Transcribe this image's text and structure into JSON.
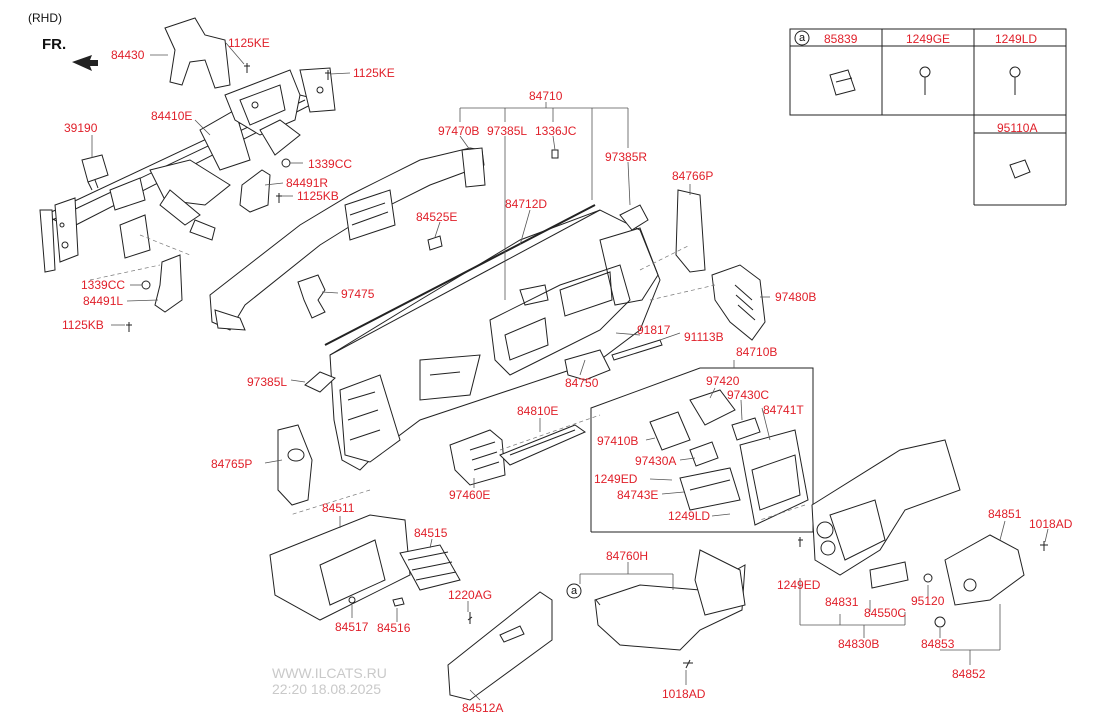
{
  "header": {
    "variant": "(RHD)",
    "front_marker": "FR."
  },
  "parts": [
    {
      "id": "p84430",
      "code": "84430"
    },
    {
      "id": "p1125KE_a",
      "code": "1125KE"
    },
    {
      "id": "p1125KE_b",
      "code": "1125KE"
    },
    {
      "id": "p84410E",
      "code": "84410E"
    },
    {
      "id": "p39190",
      "code": "39190"
    },
    {
      "id": "p1339CC_a",
      "code": "1339CC"
    },
    {
      "id": "p84491R",
      "code": "84491R"
    },
    {
      "id": "p1125KB_a",
      "code": "1125KB"
    },
    {
      "id": "p1339CC_b",
      "code": "1339CC"
    },
    {
      "id": "p84491L",
      "code": "84491L"
    },
    {
      "id": "p1125KB_b",
      "code": "1125KB"
    },
    {
      "id": "p84710",
      "code": "84710"
    },
    {
      "id": "p97470B",
      "code": "97470B"
    },
    {
      "id": "p97385L_a",
      "code": "97385L"
    },
    {
      "id": "p1336JC",
      "code": "1336JC"
    },
    {
      "id": "p97385R",
      "code": "97385R"
    },
    {
      "id": "p84766P",
      "code": "84766P"
    },
    {
      "id": "p84525E",
      "code": "84525E"
    },
    {
      "id": "p84712D",
      "code": "84712D"
    },
    {
      "id": "p97480B",
      "code": "97480B"
    },
    {
      "id": "p97475",
      "code": "97475"
    },
    {
      "id": "p91817",
      "code": "91817"
    },
    {
      "id": "p91113B",
      "code": "91113B"
    },
    {
      "id": "p84750",
      "code": "84750"
    },
    {
      "id": "p84710B",
      "code": "84710B"
    },
    {
      "id": "p97385L_b",
      "code": "97385L"
    },
    {
      "id": "p97420",
      "code": "97420"
    },
    {
      "id": "p97430C",
      "code": "97430C"
    },
    {
      "id": "p84741T",
      "code": "84741T"
    },
    {
      "id": "p84810E",
      "code": "84810E"
    },
    {
      "id": "p97410B",
      "code": "97410B"
    },
    {
      "id": "p97430A",
      "code": "97430A"
    },
    {
      "id": "p84765P",
      "code": "84765P"
    },
    {
      "id": "p1249ED_a",
      "code": "1249ED"
    },
    {
      "id": "p84743E",
      "code": "84743E"
    },
    {
      "id": "p97460E",
      "code": "97460E"
    },
    {
      "id": "p1249LD_a",
      "code": "1249LD"
    },
    {
      "id": "p84511",
      "code": "84511"
    },
    {
      "id": "p84515",
      "code": "84515"
    },
    {
      "id": "p84760H",
      "code": "84760H"
    },
    {
      "id": "p84851",
      "code": "84851"
    },
    {
      "id": "p1018AD_a",
      "code": "1018AD"
    },
    {
      "id": "p1249ED_b",
      "code": "1249ED"
    },
    {
      "id": "p1220AG",
      "code": "1220AG"
    },
    {
      "id": "p84831",
      "code": "84831"
    },
    {
      "id": "p84550C",
      "code": "84550C"
    },
    {
      "id": "p95120",
      "code": "95120"
    },
    {
      "id": "p84517",
      "code": "84517"
    },
    {
      "id": "p84516",
      "code": "84516"
    },
    {
      "id": "p84830B",
      "code": "84830B"
    },
    {
      "id": "p84853",
      "code": "84853"
    },
    {
      "id": "p84852",
      "code": "84852"
    },
    {
      "id": "p1018AD_b",
      "code": "1018AD"
    },
    {
      "id": "p84512A",
      "code": "84512A"
    }
  ],
  "legend_table": {
    "columns": [
      {
        "marker": "a",
        "code": "85839"
      },
      {
        "marker": "",
        "code": "1249GE"
      },
      {
        "marker": "",
        "code": "1249LD"
      }
    ],
    "extra": {
      "code": "95110A"
    }
  },
  "callout_markers": [
    "a"
  ],
  "watermark": {
    "site": "WWW.ILCATS.RU",
    "timestamp": "22:20 18.08.2025"
  },
  "colors": {
    "label": "#e0202a",
    "line": "#222222",
    "leader": "#555555",
    "background": "#ffffff"
  }
}
